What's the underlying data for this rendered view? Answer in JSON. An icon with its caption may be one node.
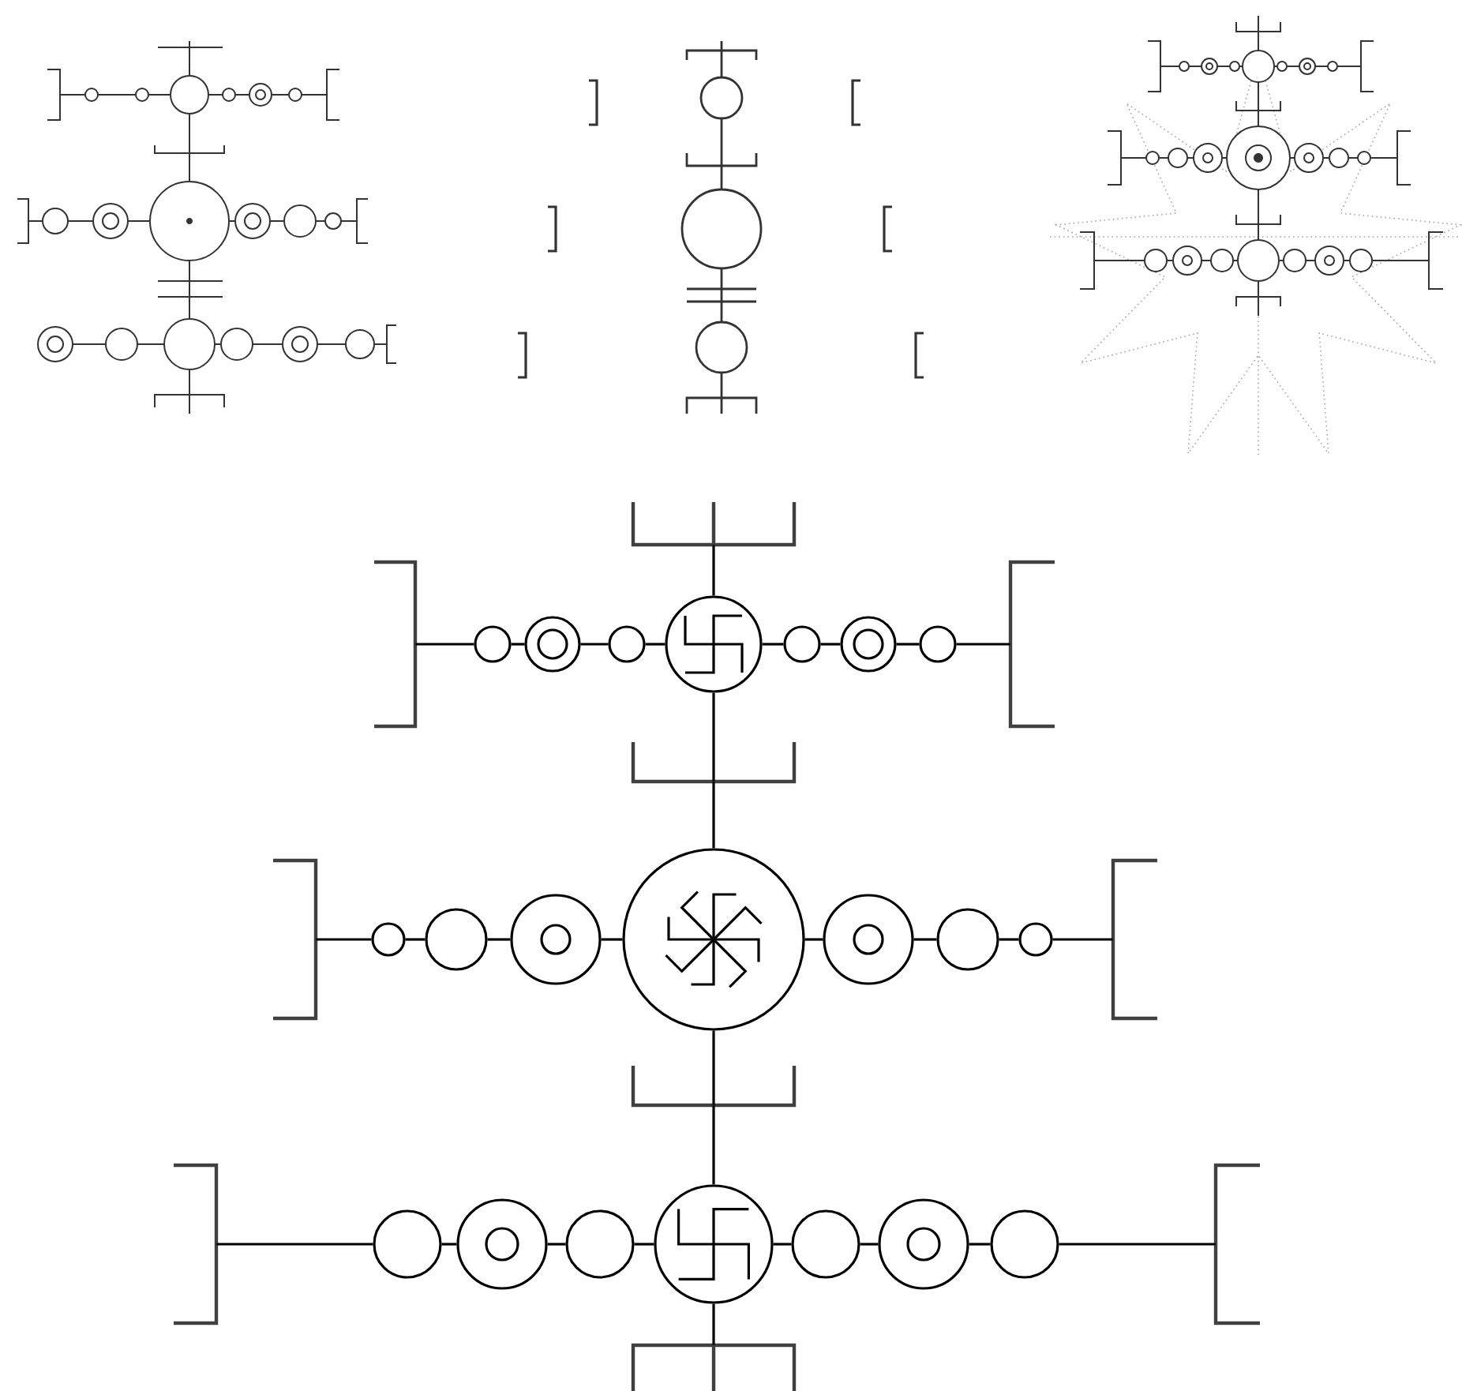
{
  "diagram": {
    "nodes": [
      {
        "text": [],
        "shape": "bracket"
      },
      {
        "text": [],
        "shape": "bracket"
      },
      {
        "text": [],
        "shape": "circle"
      },
      {
        "text": [],
        "shape": "circle"
      },
      {
        "text": [],
        "shape": "circle"
      },
      {
        "text": [],
        "shape": "circle"
      },
      {
        "text": [],
        "shape": "circle"
      },
      {
        "text": [],
        "shape": "circle"
      },
      {
        "text": [],
        "shape": "circle"
      },
      {
        "text": [],
        "shape": "bracket"
      },
      {
        "text": [],
        "shape": "bracket"
      },
      {
        "text": [],
        "shape": "bracket"
      },
      {
        "text": [],
        "shape": "circle"
      },
      {
        "text": [],
        "shape": "circle"
      },
      {
        "text": [],
        "shape": "circle"
      },
      {
        "text": [],
        "shape": "circle"
      },
      {
        "text": [],
        "shape": "circle"
      },
      {
        "text": [],
        "shape": "circle"
      },
      {
        "text": [],
        "shape": "circle"
      },
      {
        "text": [],
        "shape": "bracket"
      },
      {
        "text": [],
        "shape": "bracket"
      },
      {
        "text": [],
        "shape": "bracket"
      },
      {
        "text": [],
        "shape": "circle"
      },
      {
        "text": [],
        "shape": "circle"
      },
      {
        "text": [],
        "shape": "circle"
      },
      {
        "text": [],
        "shape": "circle"
      },
      {
        "text": [],
        "shape": "circle"
      },
      {
        "text": [],
        "shape": "circle"
      },
      {
        "text": [],
        "shape": "circle"
      },
      {
        "text": [],
        "shape": "bracket"
      },
      {
        "text": [],
        "shape": "bracket"
      }
    ],
    "edges": [
      {
        "from": 1,
        "to": 2,
        "arrow": "none"
      },
      {
        "from": 2,
        "to": 3,
        "arrow": "none"
      },
      {
        "from": 3,
        "to": 4,
        "arrow": "none"
      },
      {
        "from": 4,
        "to": 5,
        "arrow": "none"
      },
      {
        "from": 5,
        "to": 6,
        "arrow": "none"
      },
      {
        "from": 6,
        "to": 7,
        "arrow": "none"
      },
      {
        "from": 7,
        "to": 8,
        "arrow": "none"
      },
      {
        "from": 8,
        "to": 9,
        "arrow": "none"
      },
      {
        "from": 11,
        "to": 12,
        "arrow": "none"
      },
      {
        "from": 12,
        "to": 13,
        "arrow": "none"
      },
      {
        "from": 13,
        "to": 14,
        "arrow": "none"
      },
      {
        "from": 14,
        "to": 15,
        "arrow": "none"
      },
      {
        "from": 15,
        "to": 16,
        "arrow": "none"
      },
      {
        "from": 16,
        "to": 17,
        "arrow": "none"
      },
      {
        "from": 17,
        "to": 18,
        "arrow": "none"
      },
      {
        "from": 18,
        "to": 19,
        "arrow": "none"
      },
      {
        "from": 21,
        "to": 22,
        "arrow": "none"
      },
      {
        "from": 22,
        "to": 23,
        "arrow": "none"
      },
      {
        "from": 23,
        "to": 24,
        "arrow": "none"
      },
      {
        "from": 24,
        "to": 25,
        "arrow": "none"
      },
      {
        "from": 25,
        "to": 26,
        "arrow": "none"
      },
      {
        "from": 26,
        "to": 27,
        "arrow": "none"
      },
      {
        "from": 27,
        "to": 28,
        "arrow": "none"
      },
      {
        "from": 28,
        "to": 29,
        "arrow": "none"
      },
      {
        "from": 0,
        "to": 5,
        "arrow": "none"
      },
      {
        "from": 5,
        "to": 10,
        "arrow": "none"
      },
      {
        "from": 10,
        "to": 15,
        "arrow": "none"
      },
      {
        "from": 15,
        "to": 20,
        "arrow": "none"
      },
      {
        "from": 20,
        "to": 25,
        "arrow": "none"
      },
      {
        "from": 25,
        "to": 30,
        "arrow": "none"
      }
    ]
  }
}
